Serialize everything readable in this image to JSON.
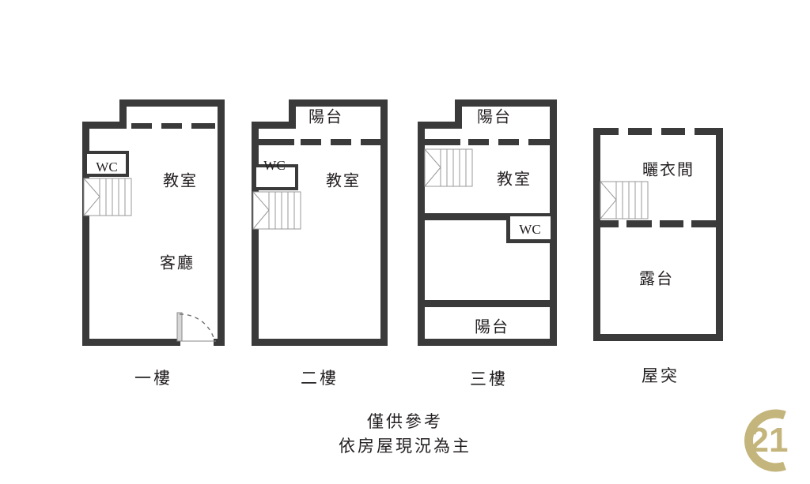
{
  "document": {
    "type": "floor-plan-sheet",
    "background_color": "#ffffff",
    "wall_color": "#3a3a3a",
    "text_color": "#231f20",
    "stair_color": "#9a9a9a"
  },
  "floors": [
    {
      "id": "floor-1",
      "caption": "一樓",
      "rooms": [
        {
          "name": "教室",
          "label": "教室"
        },
        {
          "name": "客廳",
          "label": "客廳"
        }
      ],
      "wc_label": "WC",
      "features": [
        "stairs",
        "wc",
        "entry-door-swing",
        "notched-top-left",
        "dashed-top-wall"
      ]
    },
    {
      "id": "floor-2",
      "caption": "二樓",
      "rooms": [
        {
          "name": "陽台",
          "label": "陽台"
        },
        {
          "name": "教室",
          "label": "教室"
        }
      ],
      "wc_label": "WC",
      "features": [
        "stairs",
        "wc",
        "balcony-top",
        "notched-top-left",
        "dashed-top-wall"
      ]
    },
    {
      "id": "floor-3",
      "caption": "三樓",
      "rooms": [
        {
          "name": "陽台上",
          "label": "陽台"
        },
        {
          "name": "教室",
          "label": "教室"
        },
        {
          "name": "陽台下",
          "label": "陽台"
        }
      ],
      "wc_label": "WC",
      "features": [
        "stairs",
        "wc",
        "balcony-top",
        "balcony-bottom",
        "notched-top-left",
        "dashed-top-wall"
      ]
    },
    {
      "id": "floor-roof",
      "caption": "屋突",
      "rooms": [
        {
          "name": "曬衣間",
          "label": "曬衣間"
        },
        {
          "name": "露台",
          "label": "露台"
        }
      ],
      "wc_label": "",
      "features": [
        "stairs",
        "dashed-top-wall",
        "dashed-mid-wall"
      ]
    }
  ],
  "disclaimer": {
    "line1": "僅供參考",
    "line2": "依房屋現況為主"
  },
  "logo": {
    "name": "century-21-logo",
    "text": "21",
    "color": "#c4b57c"
  }
}
